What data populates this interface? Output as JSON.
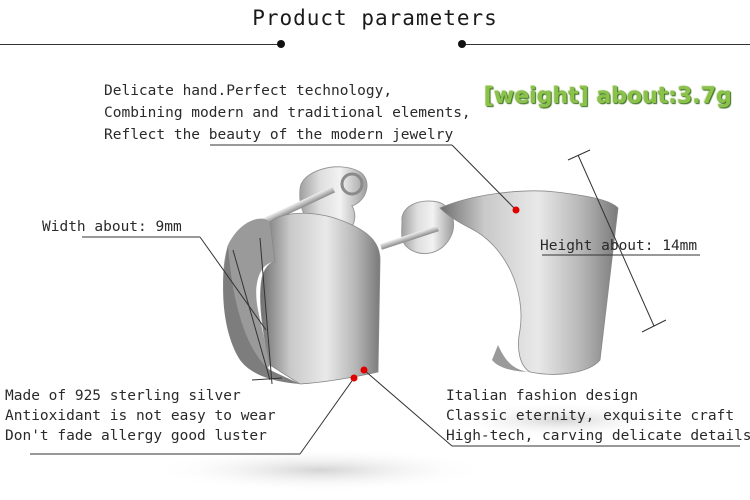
{
  "header": {
    "title": "Product parameters"
  },
  "description": {
    "line1": "Delicate hand.Perfect technology,",
    "line2": "Combining modern and traditional elements,",
    "line3": "Reflect the beauty of the modern jewelry"
  },
  "weight_label": "[weight] about:3.7g",
  "dimensions": {
    "width": "Width about: 9mm",
    "height": "Height about: 14mm"
  },
  "material": {
    "line1": "Made of 925 sterling silver",
    "line2": "Antioxidant is not easy to wear",
    "line3": "Don't fade allergy good luster"
  },
  "design": {
    "line1": "Italian fashion design",
    "line2": "Classic eternity, exquisite craft",
    "line3": "High-tech, carving delicate details"
  },
  "colors": {
    "accent_green": "#8bc34a",
    "marker_red": "#e00000",
    "line": "#333333"
  }
}
